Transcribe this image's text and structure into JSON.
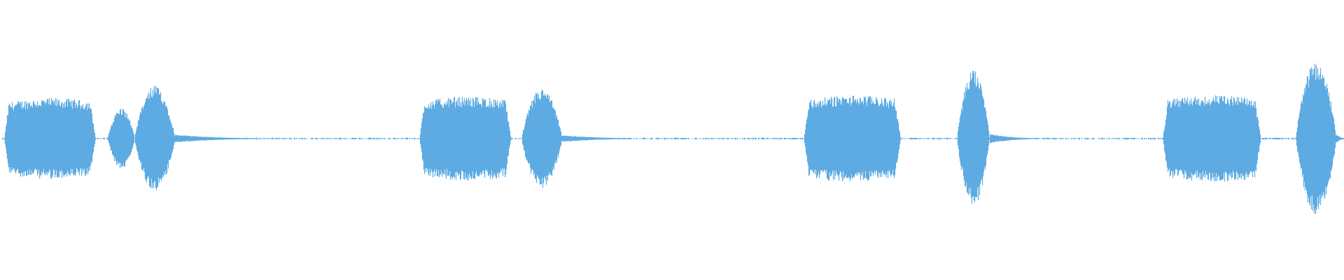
{
  "waveform": {
    "color": "#5dabe2",
    "background": "#ffffff",
    "segments": [
      {
        "kind": "burst-flat",
        "start": 0.003,
        "end": 0.071,
        "amp": 0.29
      },
      {
        "kind": "burst-bulge",
        "start": 0.08,
        "end": 0.1,
        "amp": 0.22
      },
      {
        "kind": "burst-bulge",
        "start": 0.1,
        "end": 0.13,
        "amp": 0.38
      },
      {
        "kind": "tail",
        "start": 0.13,
        "end": 0.19,
        "amp": 0.025
      },
      {
        "kind": "burst-flat",
        "start": 0.312,
        "end": 0.38,
        "amp": 0.3
      },
      {
        "kind": "burst-bulge",
        "start": 0.388,
        "end": 0.418,
        "amp": 0.36
      },
      {
        "kind": "tail",
        "start": 0.418,
        "end": 0.47,
        "amp": 0.02
      },
      {
        "kind": "burst-flat",
        "start": 0.598,
        "end": 0.67,
        "amp": 0.31
      },
      {
        "kind": "burst-bulge",
        "start": 0.712,
        "end": 0.736,
        "amp": 0.49
      },
      {
        "kind": "tail",
        "start": 0.736,
        "end": 0.77,
        "amp": 0.03
      },
      {
        "kind": "burst-flat",
        "start": 0.865,
        "end": 0.938,
        "amp": 0.31
      },
      {
        "kind": "burst-bulge",
        "start": 0.964,
        "end": 0.994,
        "amp": 0.55
      },
      {
        "kind": "tail",
        "start": 0.994,
        "end": 1.0,
        "amp": 0.03
      }
    ],
    "noise_floor": 0.006
  }
}
